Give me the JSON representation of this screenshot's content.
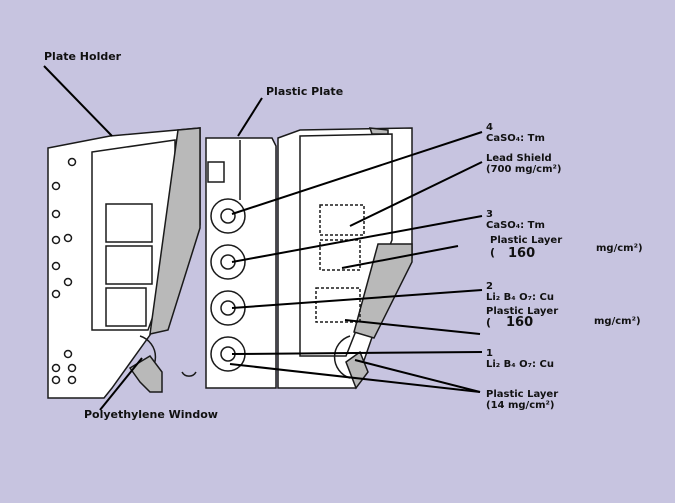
{
  "colors": {
    "background": "#c7c4e0",
    "panel_fill": "#ffffff",
    "line": "#1a1a1a",
    "shaded": "#b9b9b9"
  },
  "labels": {
    "plate_holder": "Plate Holder",
    "plastic_plate": "Plastic Plate",
    "polyethylene_window": "Polyethylene Window",
    "item4_number": "4",
    "item4_material": "CaSO₄: Tm",
    "lead_shield_title": "Lead Shield",
    "lead_shield_value": "(700 mg/cm²)",
    "item3_number": "3",
    "item3_material": "CaSO₄: Tm",
    "plastic_layer_a_title": "Plastic Layer",
    "plastic_layer_a_open": "(",
    "plastic_layer_a_value": "160",
    "plastic_layer_a_unit": "mg/cm²)",
    "item2_number": "2",
    "item2_material": "Li₂ B₄ O₇: Cu",
    "plastic_layer_b_title": "Plastic Layer",
    "plastic_layer_b_open": "(",
    "plastic_layer_b_value": "160",
    "plastic_layer_b_unit": "mg/cm²)",
    "item1_number": "1",
    "item1_material": "Li₂ B₄ O₇: Cu",
    "plastic_layer_c_title": "Plastic Layer",
    "plastic_layer_c_value": "(14 mg/cm²)"
  }
}
